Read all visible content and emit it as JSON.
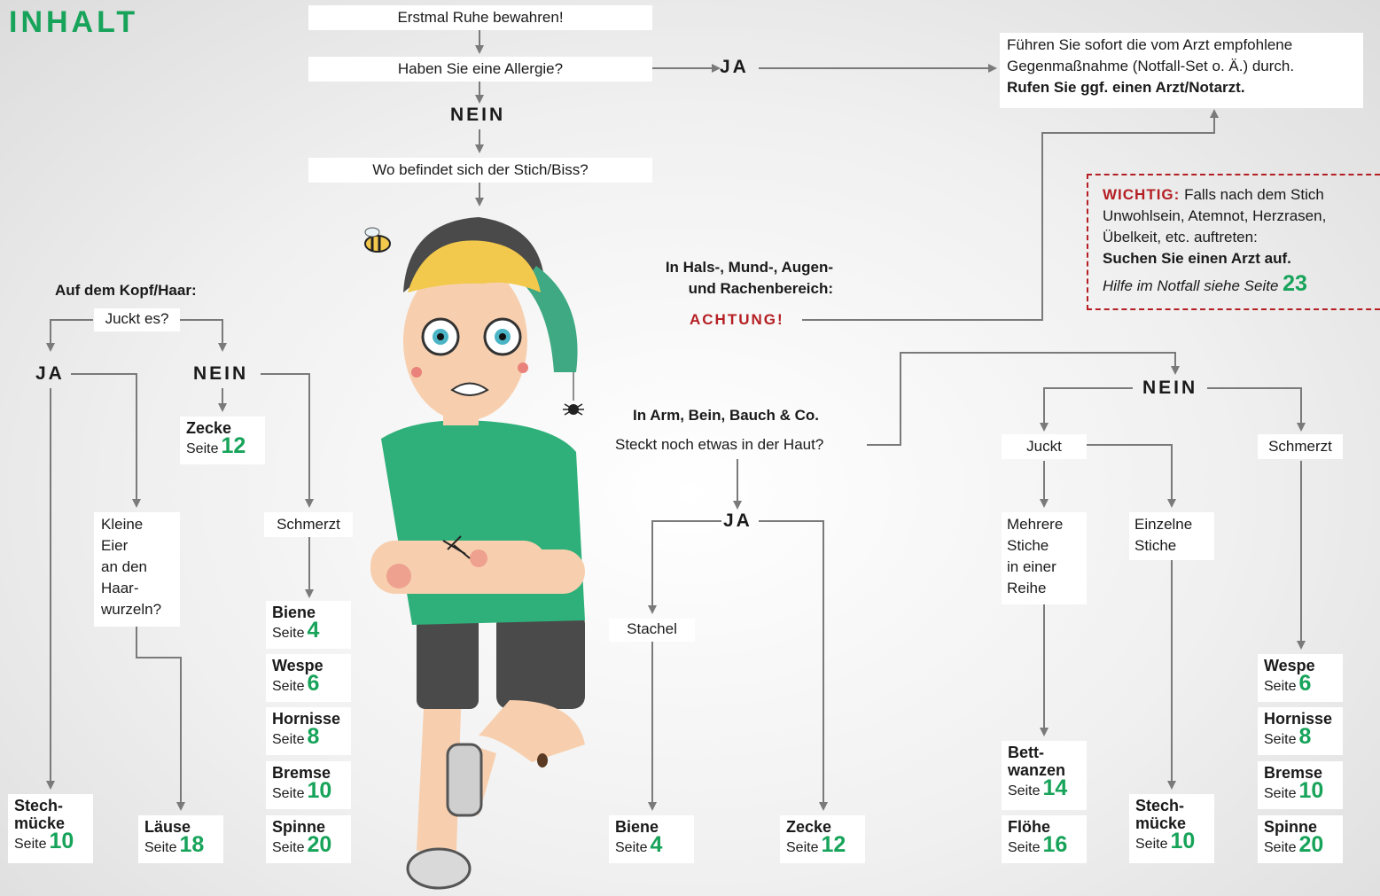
{
  "title": "INHALT",
  "colors": {
    "green": "#17a35a",
    "red": "#b51f24",
    "line": "#7a7a7a",
    "shirt": "#2fb07a",
    "hat": "#3ea983"
  },
  "icons": [
    "bee-icon",
    "spider-icon",
    "mosquito-icon",
    "tick-icon"
  ],
  "flow": {
    "step1": "Erstmal Ruhe bewahren!",
    "step2": "Haben Sie eine Allergie?",
    "ja": "JA",
    "nein": "NEIN",
    "step3": "Wo befindet sich der Stich/Biss?"
  },
  "allergy": {
    "line1": "Führen Sie sofort die vom Arzt empfohlene",
    "line2": "Gegenmaßnahme (Notfall-Set o. Ä.) durch.",
    "line3": "Rufen Sie ggf. einen Arzt/Notarzt."
  },
  "wichtig": {
    "label": "WICHTIG:",
    "text1": "Falls nach dem Stich",
    "text2": "Unwohlsein, Atemnot, Herzrasen,",
    "text3": "Übelkeit, etc. auftreten:",
    "text4": "Suchen Sie einen Arzt auf.",
    "hint": "Hilfe im Notfall siehe Seite",
    "page": "23"
  },
  "hals": {
    "line1": "In Hals-, Mund-, Augen-",
    "line2": "und Rachenbereich:",
    "warn": "ACHTUNG!"
  },
  "kopf": {
    "heading": "Auf dem Kopf/Haar:",
    "question": "Juckt es?",
    "ja": "JA",
    "nein": "NEIN",
    "eier": [
      "Kleine",
      "Eier",
      "an den",
      "Haar-",
      "wurzeln?"
    ],
    "schmerzt": "Schmerzt"
  },
  "arm": {
    "heading": "In Arm, Bein, Bauch & Co.",
    "question": "Steckt noch etwas in der Haut?",
    "ja": "JA",
    "nein": "NEIN",
    "stachel": "Stachel",
    "juckt": "Juckt",
    "schmerzt": "Schmerzt",
    "mehrere": [
      "Mehrere",
      "Stiche",
      "in einer",
      "Reihe"
    ],
    "einzelne": [
      "Einzelne",
      "Stiche"
    ]
  },
  "seite": "Seite",
  "results": {
    "zecke_kopf": {
      "name": "Zecke",
      "page": "12"
    },
    "stechmuecke_left": {
      "name1": "Stech-",
      "name2": "mücke",
      "page": "10"
    },
    "laeuse": {
      "name": "Läuse",
      "page": "18"
    },
    "biene_l": {
      "name": "Biene",
      "page": "4"
    },
    "wespe_l": {
      "name": "Wespe",
      "page": "6"
    },
    "hornisse_l": {
      "name": "Hornisse",
      "page": "8"
    },
    "bremse_l": {
      "name": "Bremse",
      "page": "10"
    },
    "spinne_l": {
      "name": "Spinne",
      "page": "20"
    },
    "biene_m": {
      "name": "Biene",
      "page": "4"
    },
    "zecke_m": {
      "name": "Zecke",
      "page": "12"
    },
    "bettwanzen": {
      "name1": "Bett-",
      "name2": "wanzen",
      "page": "14"
    },
    "floehe": {
      "name": "Flöhe",
      "page": "16"
    },
    "stechmuecke_right": {
      "name1": "Stech-",
      "name2": "mücke",
      "page": "10"
    },
    "wespe_r": {
      "name": "Wespe",
      "page": "6"
    },
    "hornisse_r": {
      "name": "Hornisse",
      "page": "8"
    },
    "bremse_r": {
      "name": "Bremse",
      "page": "10"
    },
    "spinne_r": {
      "name": "Spinne",
      "page": "20"
    }
  }
}
